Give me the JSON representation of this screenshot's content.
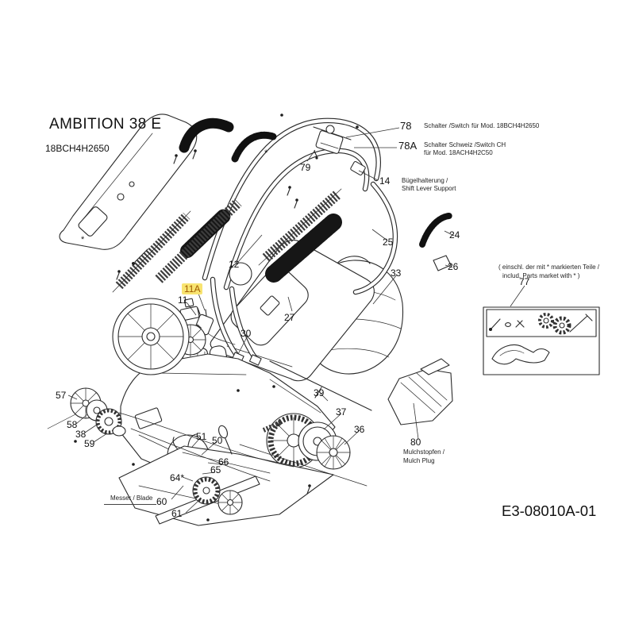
{
  "header": {
    "title": "AMBITION 38 E",
    "model": "18BCH4H2650"
  },
  "drawing_number": "E3-08010A-01",
  "selected_part": "11A",
  "colors": {
    "highlight_bg": "#f8e471",
    "highlight_text": "#a05a00",
    "line": "#2a2a2a"
  },
  "callouts": {
    "11": "11",
    "11A": "11A",
    "12": "12",
    "14": "14",
    "24": "24",
    "25": "25",
    "26": "26",
    "27": "27",
    "30": "30",
    "33": "33",
    "36": "36",
    "37": "37",
    "38": "38",
    "39": "39",
    "50": "50",
    "51": "51",
    "57": "57",
    "58": "58",
    "59": "59",
    "60": "60",
    "61": "61",
    "64": "64*",
    "65": "65",
    "66": "66",
    "77": "77",
    "78": "78",
    "78A": "78A",
    "79": "79",
    "80": "80"
  },
  "notes": {
    "switch_de_en": "Schalter /Switch",
    "switch_model": "für Mod. 18BCH4H2650",
    "switch_ch_line1": "Schalter Schweiz /Switch CH",
    "switch_ch_line2": "für Mod. 18ACH4H2C50",
    "shift_lever_line1": "Bügelhalterung /",
    "shift_lever_line2": "Shift Lever Support",
    "included_line1": "( einschl. der mit * markierten Teile /",
    "included_line2": "includ. Parts market with * )",
    "mulch_line1": "Mulchstopfen /",
    "mulch_line2": "Mulch Plug",
    "blade_label": "Messer / Blade"
  }
}
